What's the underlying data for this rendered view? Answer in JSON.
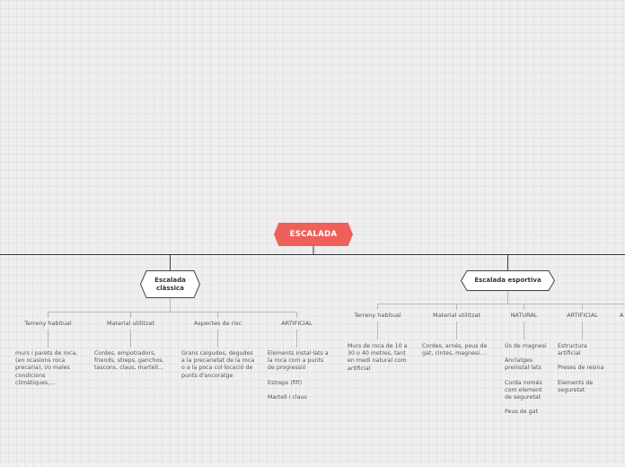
{
  "map": {
    "central": "ESCALADA",
    "branches": [
      {
        "title": "Escalada\nclàssica",
        "topics": [
          {
            "label": "Terreny habitual",
            "details": [
              "murs i parets de roca, (en ocasions roca precaria), i/o males condicions climàtiques,..."
            ]
          },
          {
            "label": "Material utilitzat",
            "details": [
              "Cordes, empotradors, friends, streps, ganchos, tascons, claus, martell..."
            ]
          },
          {
            "label": "Aspectes de risc",
            "details": [
              "Grans caigudes, degudes a la precarietat de la roca o a la poca col·locació de punts d'ancoratge"
            ]
          },
          {
            "label": "ARTIFICIAL",
            "details": [
              "Elements instal·lats a la roca com a punts de progressió",
              "Estreps (fifi)",
              "Martell i claus"
            ]
          }
        ]
      },
      {
        "title": "Escalada esportiva",
        "topics": [
          {
            "label": "Terreny habitual",
            "details": [
              "Murs de roca de 10 a 30 o 40 metres, tant en medi natural com artificial"
            ]
          },
          {
            "label": "Material utilitzat",
            "details": [
              "Cordes, arnés, peus de gat, cintes, magnesi...."
            ]
          },
          {
            "label": "NATURAL",
            "details": [
              "Ús de magnesi",
              "Anclatges preinstal·lats",
              "Corda només com element de seguretat",
              "Peus de gat"
            ]
          },
          {
            "label": "ARTIFICIAL",
            "details": [
              "Estructura artificial",
              "Preses de resina",
              "Elements de seguretat"
            ]
          },
          {
            "label": "A",
            "details": []
          }
        ]
      }
    ]
  },
  "colors": {
    "central_fill": "#f0605b",
    "line": "#3a3a3a",
    "sub_line": "#b8b8b8"
  }
}
